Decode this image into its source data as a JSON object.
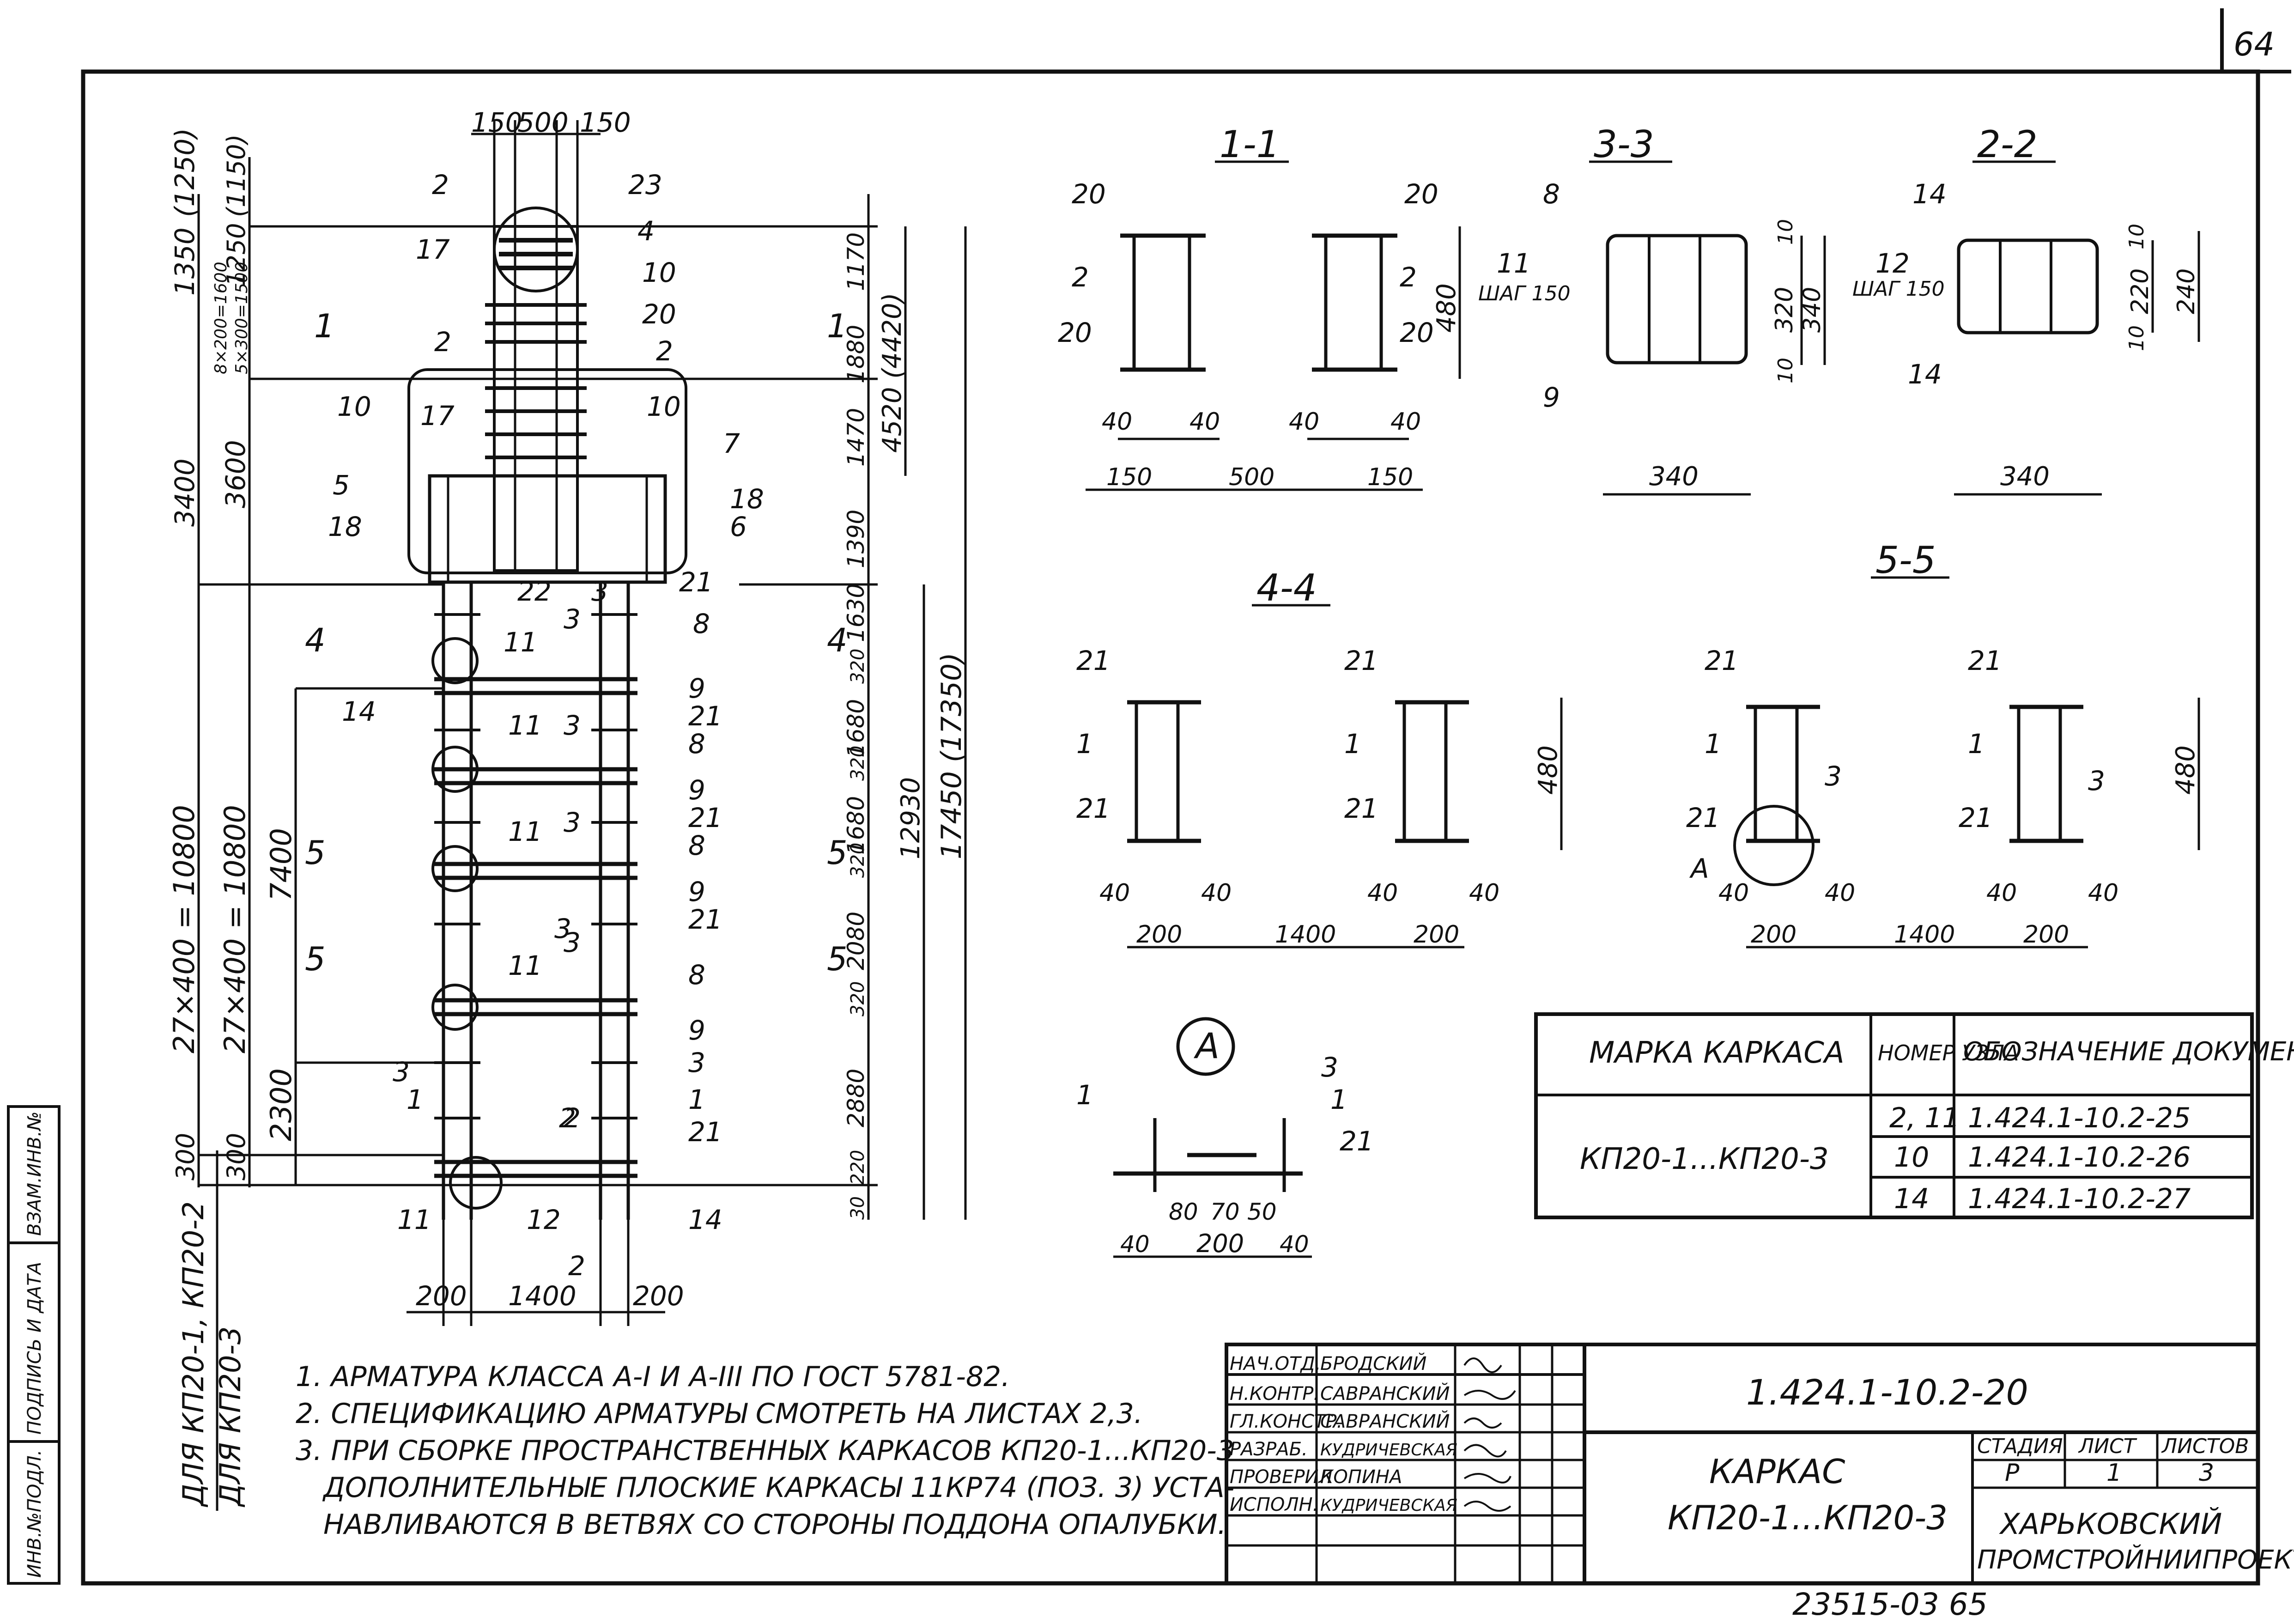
{
  "sheet": {
    "page_number": "64",
    "bottom_code": "23515-03 65",
    "notes": [
      "1. АРМАТУРА КЛАССА А-I И А-III ПО ГОСТ 5781-82.",
      "2. СПЕЦИФИКАЦИЮ АРМАТУРЫ СМОТРЕТЬ НА ЛИСТАХ 2,3.",
      "3. ПРИ СБОРКЕ ПРОСТРАНСТВЕННЫХ КАРКАСОВ КП20-1...КП20-3",
      "ДОПОЛНИТЕЛЬНЫЕ ПЛОСКИЕ КАРКАСЫ 11КР74 (ПОЗ. 3) УСТА-",
      "НАВЛИВАЮТСЯ В ВЕТВЯХ СО СТОРОНЫ ПОДДОНА ОПАЛУБКИ."
    ]
  },
  "left_margin": {
    "stamp_cells": [
      "ИНВ.№ПОДЛ.",
      "ПОДПИСЬ И ДАТА",
      "ВЗАМ.ИНВ.№"
    ],
    "for_kp20_1_2": "ДЛЯ КП20-1, КП20-2",
    "for_kp20_3": "ДЛЯ КП20-3"
  },
  "main_view": {
    "top_dims": [
      "150",
      "500",
      "150"
    ],
    "bottom_dims": [
      "200",
      "1400",
      "200"
    ],
    "left_dims_outer": [
      "(1250)",
      "1350",
      "3400",
      "27×400 = 10800",
      "300"
    ],
    "left_dims_inner": [
      "(1150)",
      "1250",
      "8×200=1600",
      "5×300=1500",
      "3600",
      "27×400 = 10800",
      "300"
    ],
    "left_dims_extra": [
      "7400",
      "2300"
    ],
    "right_dims": [
      "1170",
      "1880",
      "1470",
      "1390",
      "1630",
      "320",
      "1680",
      "320",
      "1680",
      "320",
      "2080",
      "320",
      "2880",
      "220",
      "30"
    ],
    "right_totals": [
      "4520 (4420)",
      "12930",
      "17450 (17350)"
    ],
    "position_labels": [
      "2",
      "23",
      "4",
      "17",
      "10",
      "20",
      "2",
      "2",
      "10",
      "17",
      "10",
      "7",
      "5",
      "18",
      "18",
      "6",
      "21",
      "22",
      "3",
      "8",
      "11",
      "9",
      "21",
      "8",
      "14",
      "11",
      "9",
      "21",
      "8",
      "11",
      "9",
      "21",
      "3",
      "11",
      "8",
      "9",
      "3",
      "3",
      "1",
      "1",
      "21",
      "2",
      "11",
      "12",
      "14"
    ],
    "section_marks": [
      "1",
      "1",
      "4",
      "4",
      "5",
      "5",
      "5",
      "5",
      "3",
      "3",
      "3",
      "3",
      "2",
      "2"
    ]
  },
  "section_views": {
    "s11": {
      "title": "1-1",
      "labels": [
        "20",
        "2",
        "20",
        "20",
        "2",
        "20"
      ],
      "dims": [
        "40",
        "40",
        "150",
        "500",
        "40",
        "40",
        "150",
        "480"
      ]
    },
    "s33": {
      "title": "3-3",
      "labels": [
        "8",
        "11",
        "ШАГ 150",
        "9"
      ],
      "dims": [
        "10",
        "320",
        "340",
        "10",
        "340"
      ]
    },
    "s22": {
      "title": "2-2",
      "labels": [
        "14",
        "12",
        "ШАГ 150",
        "14"
      ],
      "dims": [
        "10",
        "220",
        "240",
        "10",
        "340"
      ]
    },
    "s44": {
      "title": "4-4",
      "labels": [
        "21",
        "1",
        "21",
        "21",
        "1",
        "21"
      ],
      "dims": [
        "40",
        "40",
        "200",
        "1400",
        "40",
        "40",
        "200",
        "480"
      ]
    },
    "s55": {
      "title": "5-5",
      "labels": [
        "21",
        "1",
        "3",
        "21",
        "А",
        "21",
        "1",
        "3",
        "21"
      ],
      "dims": [
        "40",
        "40",
        "200",
        "1400",
        "40",
        "40",
        "200",
        "480"
      ]
    },
    "nodeA": {
      "title": "А",
      "labels": [
        "1",
        "3",
        "1",
        "21"
      ],
      "dims": [
        "80",
        "70",
        "50",
        "40",
        "200",
        "40"
      ]
    }
  },
  "ref_table": {
    "headers": [
      "МАРКА КАРКАСА",
      "НОМЕР УЗЛА",
      "ОБОЗНАЧЕНИЕ ДОКУМЕНТА"
    ],
    "mark": "КП20-1...КП20-3",
    "rows": [
      {
        "node": "2, 11",
        "doc": "1.424.1-10.2-25"
      },
      {
        "node": "10",
        "doc": "1.424.1-10.2-26"
      },
      {
        "node": "14",
        "doc": "1.424.1-10.2-27"
      }
    ]
  },
  "title_block": {
    "roles": [
      "НАЧ.ОТД.",
      "Н.КОНТР.",
      "ГЛ.КОНСТР.",
      "РАЗРАБ.",
      "ПРОВЕРИЛ",
      "ИСПОЛН."
    ],
    "names": [
      "БРОДСКИЙ",
      "САВРАНСКИЙ",
      "САВРАНСКИЙ",
      "КУДРИЧЕВСКАЯ",
      "КОПИНА",
      "КУДРИЧЕВСКАЯ"
    ],
    "doc_code": "1.424.1-10.2-20",
    "title_line1": "КАРКАС",
    "title_line2": "КП20-1...КП20-3",
    "stage_label": "СТАДИЯ",
    "sheet_label": "ЛИСТ",
    "sheets_label": "ЛИСТОВ",
    "stage": "Р",
    "sheet": "1",
    "sheets": "3",
    "org_line1": "ХАРЬКОВСКИЙ",
    "org_line2": "ПРОМСТРОЙНИИПРОЕКТ"
  }
}
